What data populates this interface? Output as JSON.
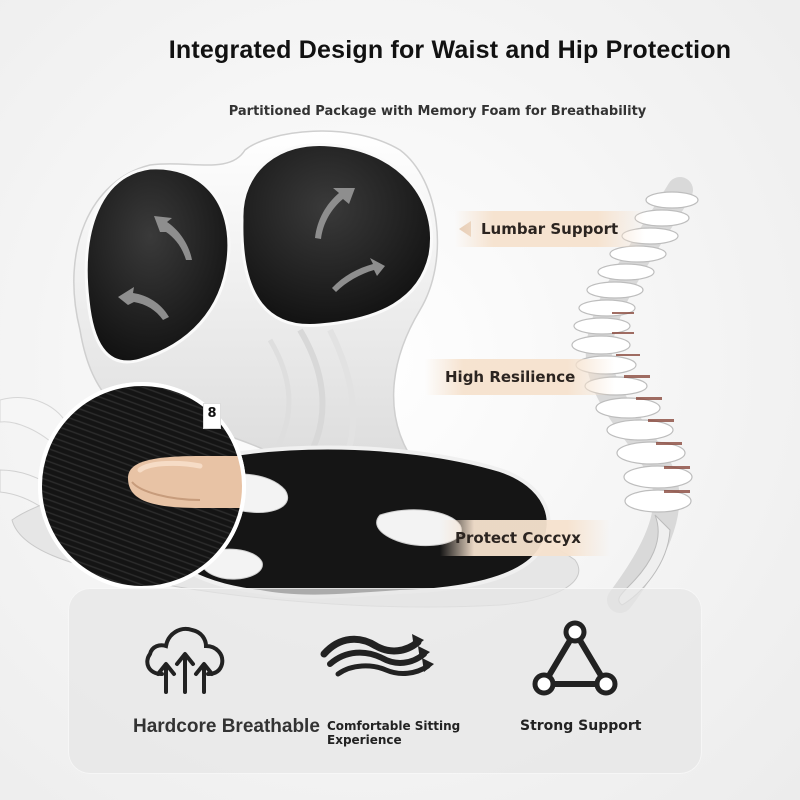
{
  "header": {
    "title": "Integrated Design for Waist and Hip Protection",
    "subtitle": "Partitioned Package with Memory Foam for Breathability"
  },
  "callouts": [
    {
      "label": "Lumbar Support"
    },
    {
      "label": "High Resilience"
    },
    {
      "label": "Protect Coccyx"
    }
  ],
  "badge": {
    "text": "8"
  },
  "features": [
    {
      "label": "Hardcore Breathable",
      "icon": "cloud-upload-icon"
    },
    {
      "label_line1": "Comfortable Sitting",
      "label_line2": "Experience",
      "icon": "airflow-arrows-icon"
    },
    {
      "label": "Strong Support",
      "icon": "triangle-nodes-icon"
    }
  ],
  "colors": {
    "cushion": "#1a1a1a",
    "shell": "#f2f2f2",
    "callout_bg": "#f6e2ce",
    "spine_disc": "#8a4a3e"
  }
}
